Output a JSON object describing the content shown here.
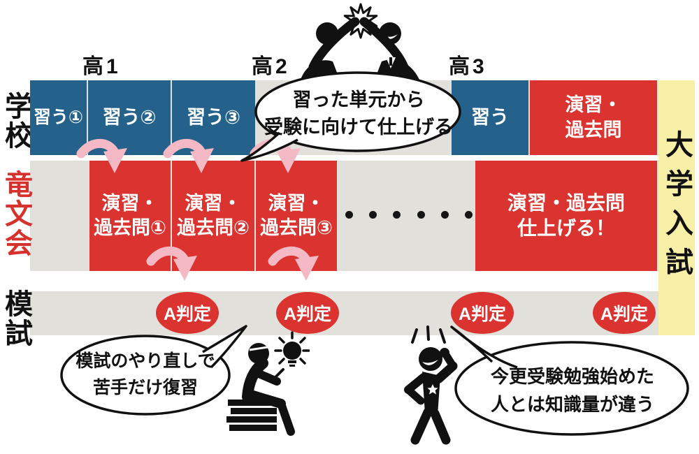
{
  "colors": {
    "blue": "#24628c",
    "red": "#db332f",
    "gray_band": "#e2e0db",
    "yellow": "#f8f0a6",
    "pink_arrow": "#f4b9c4",
    "label_red": "#d6312d"
  },
  "grade_labels": [
    "高1",
    "高2",
    "高3"
  ],
  "goal_banner": "大学入試",
  "school_row": {
    "label": "学校",
    "learn_boxes": [
      "習う①",
      "習う②",
      "習う③"
    ],
    "h3_learn_box": "習う",
    "final_box": {
      "line1": "演習・",
      "line2": "過去問"
    }
  },
  "juku_row": {
    "label": "竜文会",
    "boxes": [
      {
        "line1": "演習・",
        "line2": "過去問①"
      },
      {
        "line1": "演習・",
        "line2": "過去問②"
      },
      {
        "line1": "演習・",
        "line2": "過去問③"
      }
    ],
    "dots": "・・・・・・",
    "final_box": {
      "line1": "演習・過去問",
      "line2": "仕上げる！"
    }
  },
  "moshi_row": {
    "label": "模試",
    "badges": [
      "A判定",
      "A判定",
      "A判定",
      "A判定"
    ]
  },
  "speech_bubbles": {
    "top": {
      "line1": "習った単元から",
      "line2": "受験に向けて仕上げる"
    },
    "bottom_left": {
      "line1": "模試のやり直しで",
      "line2": "苦手だけ復習"
    },
    "bottom_right": {
      "line1": "今更受験勉強始めた",
      "line2": "人とは知識量が違う"
    }
  },
  "icons": {
    "high_five": "two people high-fiving with burst",
    "studying_person": "person sitting on books with idea lightbulb",
    "confident_person": "flexing person with star on chest",
    "curved_arrow": "pink swoosh arrow"
  }
}
